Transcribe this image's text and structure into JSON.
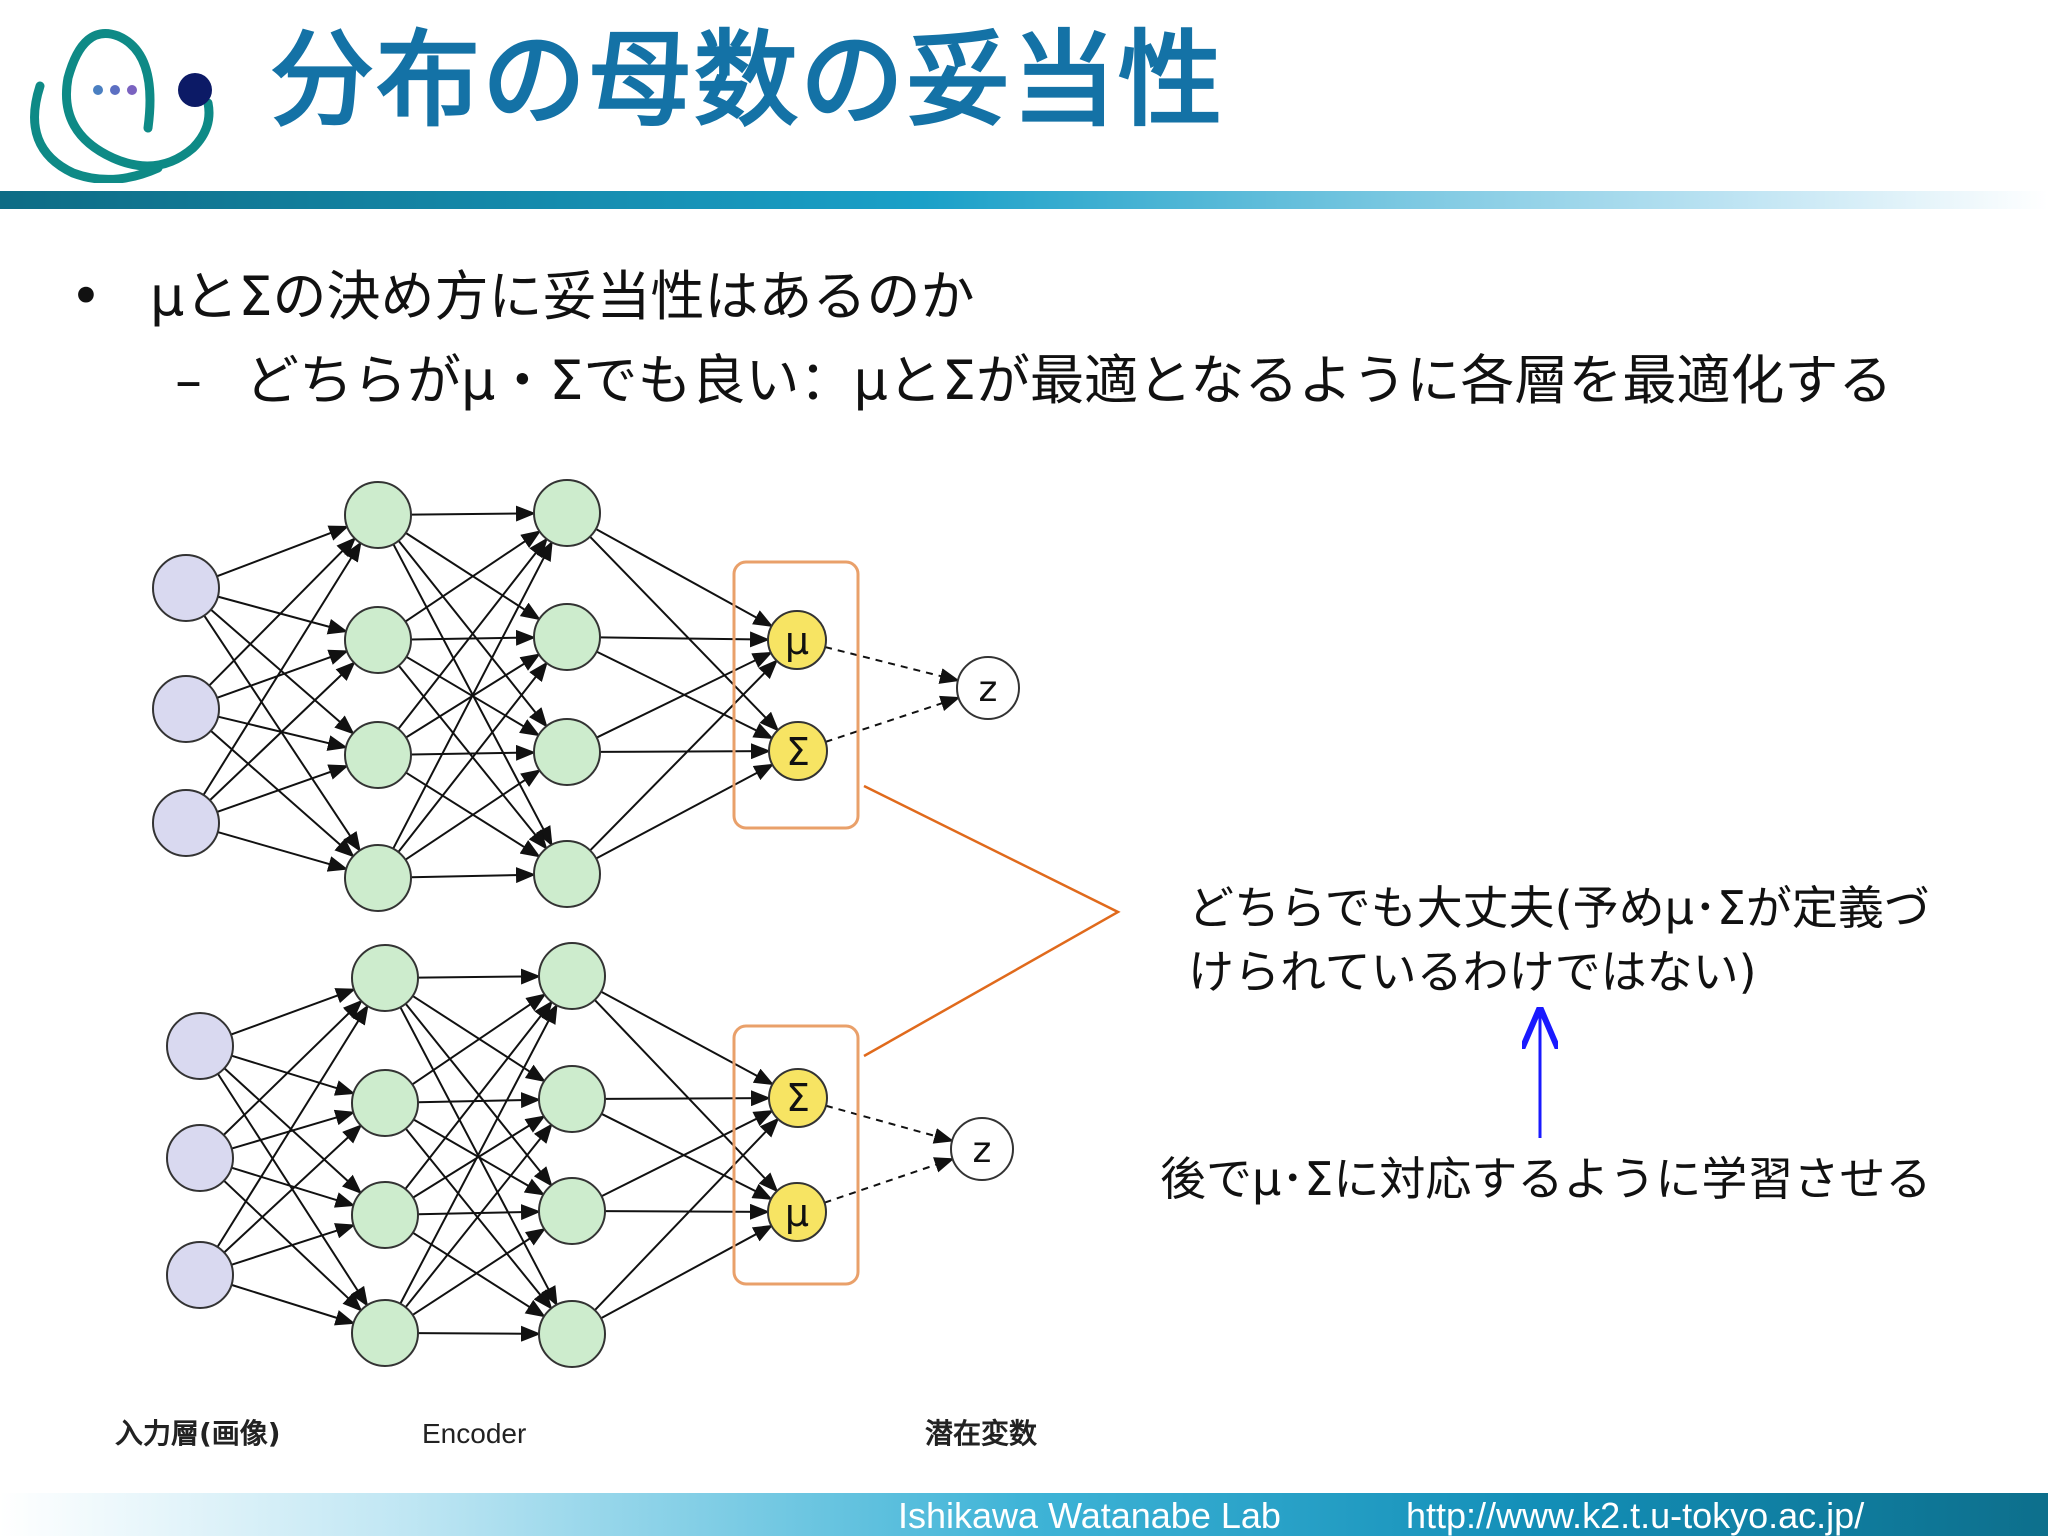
{
  "slide": {
    "title": "分布の母数の妥当性"
  },
  "bullets": [
    {
      "text": "μとΣの決め方に妥当性はあるのか",
      "sub": [
        {
          "text": "どちらがμ・Σでも良い：μとΣが最適となるように各層を最適化する"
        }
      ]
    }
  ],
  "diagram": {
    "input_label": "入力層(画像)",
    "encoder_label": "Encoder",
    "latent_label": "潜在変数",
    "top_net": {
      "param1": "μ",
      "param2": "Σ",
      "output": "z"
    },
    "bottom_net": {
      "param1": "Σ",
      "param2": "μ",
      "output": "z"
    }
  },
  "notes": {
    "top_line1": "どちらでも大丈夫(予めμ･Σが定義づ",
    "top_line2": "けられているわけではない)",
    "bottom": "後でμ･Σに対応するように学習させる"
  },
  "footer": {
    "lab": "Ishikawa Watanabe Lab",
    "url": "http://www.k2.t.u-tokyo.ac.jp/"
  },
  "colors": {
    "title": "#1472a6",
    "input_node": "#d9d9f0",
    "hidden_node": "#cdeccd",
    "param_node": "#f7e463",
    "box_border": "#e9a06a",
    "callout_line": "#e06a1c",
    "arrow": "#1a1aff"
  }
}
